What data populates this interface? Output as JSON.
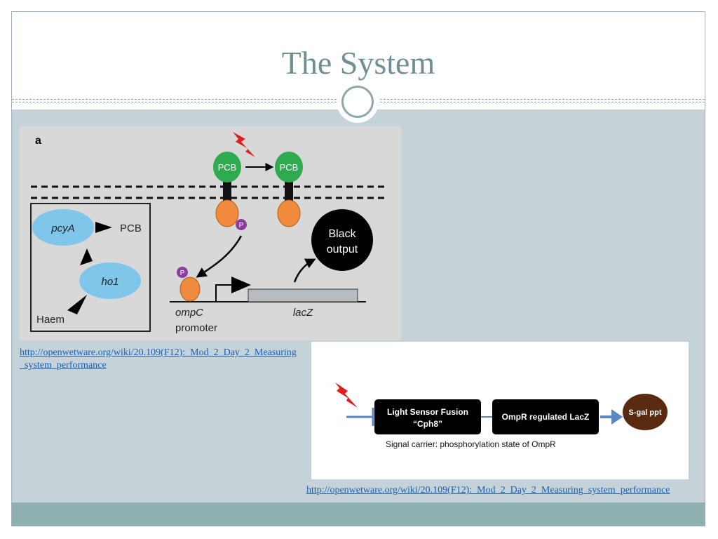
{
  "slide": {
    "title": "The System"
  },
  "figure_a": {
    "panel_letter": "a",
    "pcb_top_left": "PCB",
    "pcb_top_right": "PCB",
    "phospho_label": "P",
    "phospho_label_2": "P",
    "pcya_label": "pcyA",
    "pcb_product": "PCB",
    "ho1_label": "ho1",
    "haem_label": "Haem",
    "output_line1": "Black",
    "output_line2": "output",
    "ompc_label": "ompC",
    "promoter_label": "promoter",
    "lacz_label": "lacZ",
    "colors": {
      "background": "#d8d8d8",
      "pcb_green": "#2eaa4f",
      "orange": "#f08a3c",
      "phospho_purple": "#8b3f9c",
      "enzyme_blue": "#7fc6ea",
      "lightning": "#e02020",
      "output_black": "#000000"
    }
  },
  "link_a": {
    "text": "http://openwetware.org/wiki/20.109(F12):_Mod_2_Day_2_Measuring_system_performance"
  },
  "figure_b": {
    "box1_line1": "Light Sensor Fusion",
    "box1_line2": "“Cph8”",
    "box2": "OmpR regulated LacZ",
    "output": "S-gal ppt",
    "caption": "Signal carrier: phosphorylation state of OmpR",
    "colors": {
      "box": "#000000",
      "arrow": "#5b86c4",
      "output": "#5a2a0e",
      "lightning": "#e02020"
    }
  },
  "link_b": {
    "text": "http://openwetware.org/wiki/20.109(F12):_Mod_2_Day_2_Measuring_system_performance"
  }
}
